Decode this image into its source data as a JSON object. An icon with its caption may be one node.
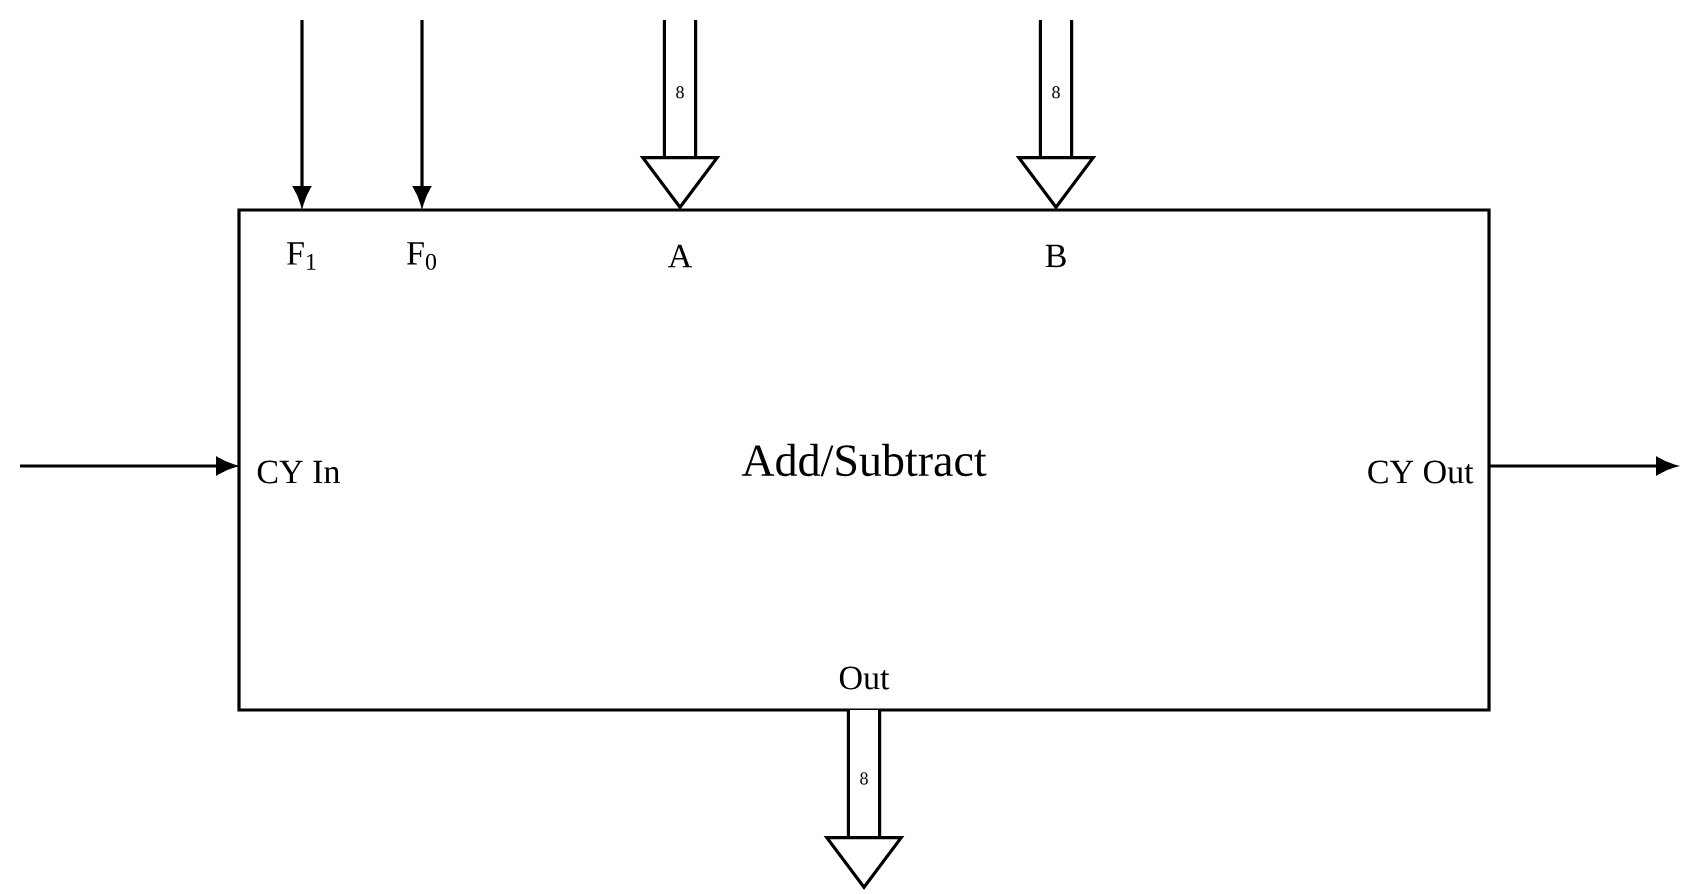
{
  "diagram": {
    "nodes": [
      {
        "text": [
          "Add/Subtract"
        ]
      },
      {
        "text": [
          "F$_{1}$"
        ],
        "in": 0
      },
      {
        "text": [
          "F$_{0}$"
        ],
        "in": 0
      },
      {
        "text": [
          "A"
        ],
        "in": 0
      },
      {
        "text": [
          "B"
        ],
        "in": 0
      },
      {
        "text": [
          "CY In"
        ],
        "in": 0
      },
      {
        "text": [
          "CY Out"
        ],
        "in": 0
      },
      {
        "text": [
          "Out"
        ],
        "in": 0
      }
    ],
    "edges": [
      {
        "from": null,
        "to": 1,
        "arrow": "to"
      },
      {
        "from": null,
        "to": 2,
        "arrow": "to"
      },
      {
        "from": null,
        "to": 3,
        "arrow": "to",
        "label": "8",
        "style": "thick"
      },
      {
        "from": null,
        "to": 4,
        "arrow": "to",
        "label": "8",
        "style": "thick"
      },
      {
        "from": null,
        "to": 5,
        "arrow": "to"
      },
      {
        "from": 6,
        "to": null,
        "arrow": "to"
      },
      {
        "from": 7,
        "to": null,
        "arrow": "to",
        "label": "8",
        "style": "thick"
      }
    ]
  }
}
